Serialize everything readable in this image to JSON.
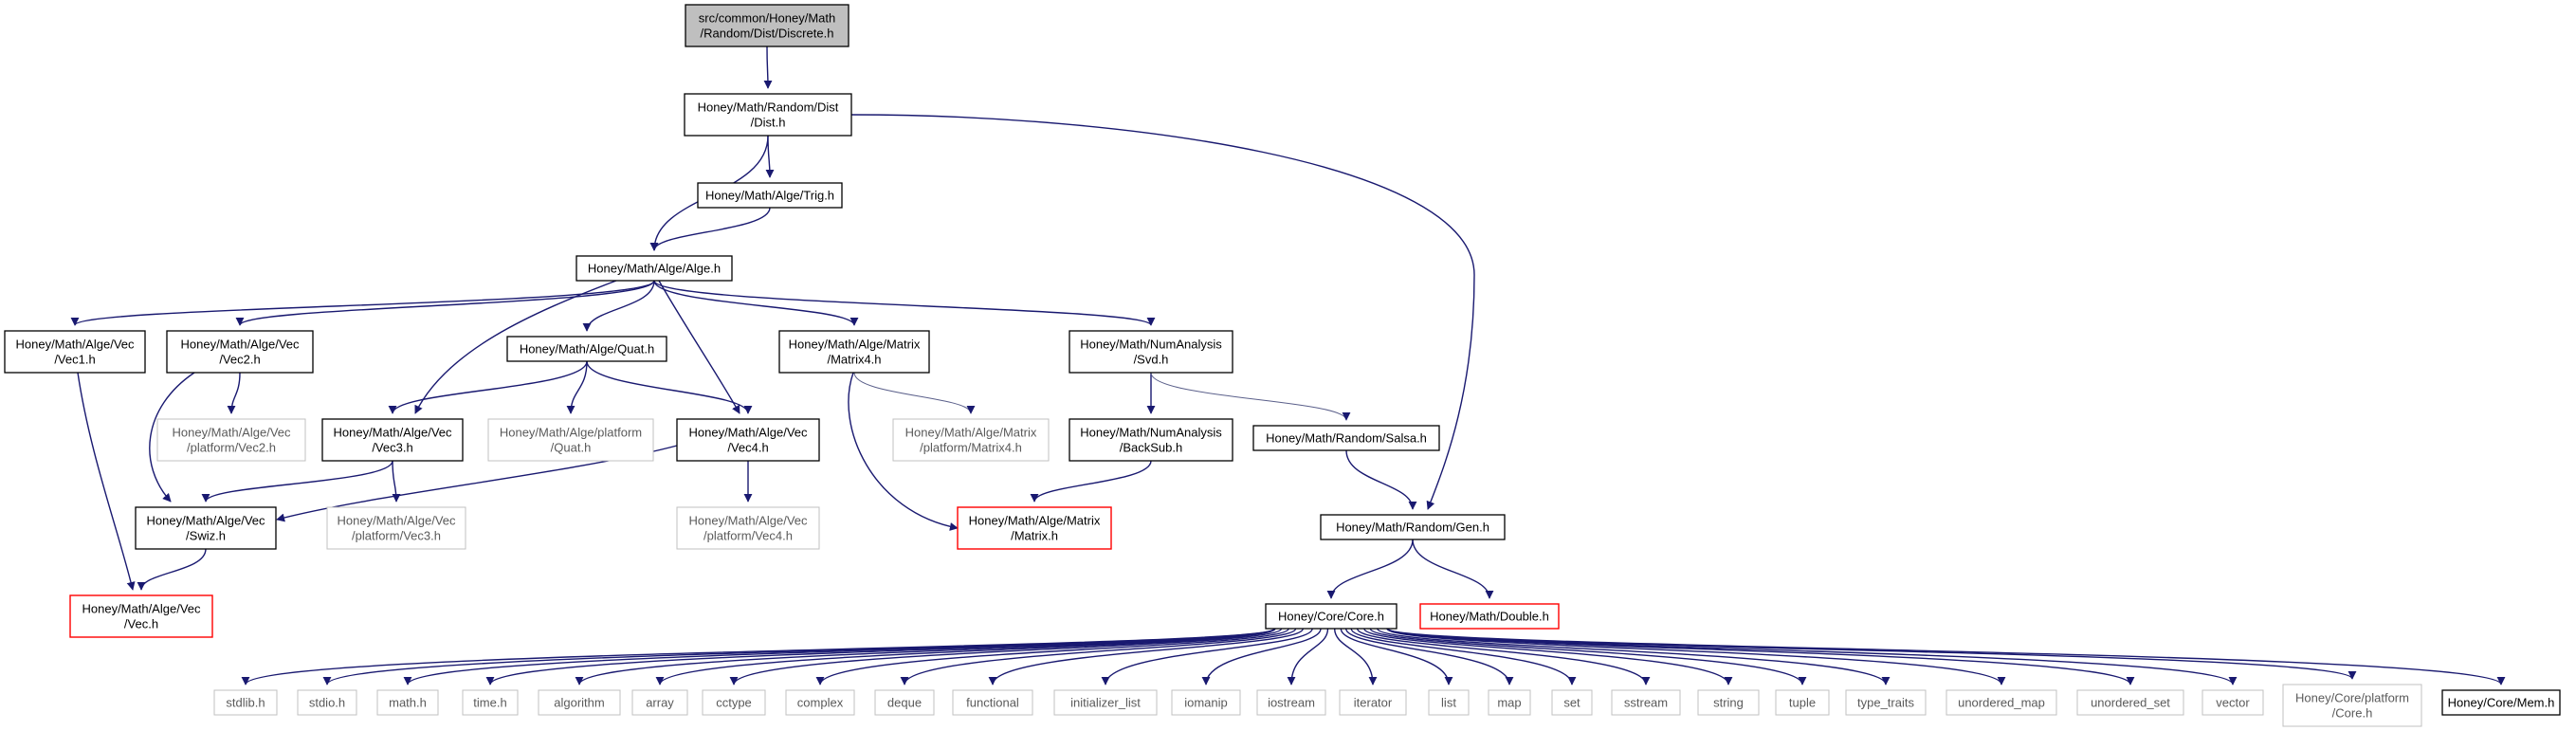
{
  "graph": {
    "root": "src/common/Honey/Math/Random/Dist/Discrete.h",
    "nodes": [
      {
        "id": "discrete",
        "lines": [
          "src/common/Honey/Math",
          "/Random/Dist/Discrete.h"
        ],
        "style": "root"
      },
      {
        "id": "dist",
        "lines": [
          "Honey/Math/Random/Dist",
          "/Dist.h"
        ],
        "style": "normal"
      },
      {
        "id": "trig",
        "lines": [
          "Honey/Math/Alge/Trig.h"
        ],
        "style": "normal"
      },
      {
        "id": "alge",
        "lines": [
          "Honey/Math/Alge/Alge.h"
        ],
        "style": "normal"
      },
      {
        "id": "vec1",
        "lines": [
          "Honey/Math/Alge/Vec",
          "/Vec1.h"
        ],
        "style": "normal"
      },
      {
        "id": "vec2",
        "lines": [
          "Honey/Math/Alge/Vec",
          "/Vec2.h"
        ],
        "style": "normal"
      },
      {
        "id": "quat",
        "lines": [
          "Honey/Math/Alge/Quat.h"
        ],
        "style": "normal"
      },
      {
        "id": "matrix4",
        "lines": [
          "Honey/Math/Alge/Matrix",
          "/Matrix4.h"
        ],
        "style": "normal"
      },
      {
        "id": "svd",
        "lines": [
          "Honey/Math/NumAnalysis",
          "/Svd.h"
        ],
        "style": "normal"
      },
      {
        "id": "pvec2",
        "lines": [
          "Honey/Math/Alge/Vec",
          "/platform/Vec2.h"
        ],
        "style": "grey"
      },
      {
        "id": "vec3",
        "lines": [
          "Honey/Math/Alge/Vec",
          "/Vec3.h"
        ],
        "style": "normal"
      },
      {
        "id": "pquat",
        "lines": [
          "Honey/Math/Alge/platform",
          "/Quat.h"
        ],
        "style": "grey"
      },
      {
        "id": "vec4",
        "lines": [
          "Honey/Math/Alge/Vec",
          "/Vec4.h"
        ],
        "style": "normal"
      },
      {
        "id": "pmatrix4",
        "lines": [
          "Honey/Math/Alge/Matrix",
          "/platform/Matrix4.h"
        ],
        "style": "grey"
      },
      {
        "id": "backsub",
        "lines": [
          "Honey/Math/NumAnalysis",
          "/BackSub.h"
        ],
        "style": "normal"
      },
      {
        "id": "salsa",
        "lines": [
          "Honey/Math/Random/Salsa.h"
        ],
        "style": "normal"
      },
      {
        "id": "swiz",
        "lines": [
          "Honey/Math/Alge/Vec",
          "/Swiz.h"
        ],
        "style": "normal"
      },
      {
        "id": "pvec3",
        "lines": [
          "Honey/Math/Alge/Vec",
          "/platform/Vec3.h"
        ],
        "style": "grey"
      },
      {
        "id": "pvec4",
        "lines": [
          "Honey/Math/Alge/Vec",
          "/platform/Vec4.h"
        ],
        "style": "grey"
      },
      {
        "id": "matrix",
        "lines": [
          "Honey/Math/Alge/Matrix",
          "/Matrix.h"
        ],
        "style": "red"
      },
      {
        "id": "gen",
        "lines": [
          "Honey/Math/Random/Gen.h"
        ],
        "style": "normal"
      },
      {
        "id": "vec",
        "lines": [
          "Honey/Math/Alge/Vec",
          "/Vec.h"
        ],
        "style": "red"
      },
      {
        "id": "core",
        "lines": [
          "Honey/Core/Core.h"
        ],
        "style": "normal"
      },
      {
        "id": "double",
        "lines": [
          "Honey/Math/Double.h"
        ],
        "style": "red"
      },
      {
        "id": "stdlib",
        "lines": [
          "stdlib.h"
        ],
        "style": "grey"
      },
      {
        "id": "stdio",
        "lines": [
          "stdio.h"
        ],
        "style": "grey"
      },
      {
        "id": "math",
        "lines": [
          "math.h"
        ],
        "style": "grey"
      },
      {
        "id": "time",
        "lines": [
          "time.h"
        ],
        "style": "grey"
      },
      {
        "id": "algorithm",
        "lines": [
          "algorithm"
        ],
        "style": "grey"
      },
      {
        "id": "array",
        "lines": [
          "array"
        ],
        "style": "grey"
      },
      {
        "id": "cctype",
        "lines": [
          "cctype"
        ],
        "style": "grey"
      },
      {
        "id": "complex",
        "lines": [
          "complex"
        ],
        "style": "grey"
      },
      {
        "id": "deque",
        "lines": [
          "deque"
        ],
        "style": "grey"
      },
      {
        "id": "functional",
        "lines": [
          "functional"
        ],
        "style": "grey"
      },
      {
        "id": "initializer_list",
        "lines": [
          "initializer_list"
        ],
        "style": "grey"
      },
      {
        "id": "iomanip",
        "lines": [
          "iomanip"
        ],
        "style": "grey"
      },
      {
        "id": "iostream",
        "lines": [
          "iostream"
        ],
        "style": "grey"
      },
      {
        "id": "iterator",
        "lines": [
          "iterator"
        ],
        "style": "grey"
      },
      {
        "id": "list",
        "lines": [
          "list"
        ],
        "style": "grey"
      },
      {
        "id": "map",
        "lines": [
          "map"
        ],
        "style": "grey"
      },
      {
        "id": "set",
        "lines": [
          "set"
        ],
        "style": "grey"
      },
      {
        "id": "sstream",
        "lines": [
          "sstream"
        ],
        "style": "grey"
      },
      {
        "id": "string",
        "lines": [
          "string"
        ],
        "style": "grey"
      },
      {
        "id": "tuple",
        "lines": [
          "tuple"
        ],
        "style": "grey"
      },
      {
        "id": "type_traits",
        "lines": [
          "type_traits"
        ],
        "style": "grey"
      },
      {
        "id": "unordered_map",
        "lines": [
          "unordered_map"
        ],
        "style": "grey"
      },
      {
        "id": "unordered_set",
        "lines": [
          "unordered_set"
        ],
        "style": "grey"
      },
      {
        "id": "vector",
        "lines": [
          "vector"
        ],
        "style": "grey"
      },
      {
        "id": "pcore",
        "lines": [
          "Honey/Core/platform",
          "/Core.h"
        ],
        "style": "grey"
      },
      {
        "id": "mem",
        "lines": [
          "Honey/Core/Mem.h"
        ],
        "style": "normal"
      }
    ],
    "edges": [
      [
        "discrete",
        "dist"
      ],
      [
        "dist",
        "trig"
      ],
      [
        "dist",
        "alge"
      ],
      [
        "dist",
        "gen"
      ],
      [
        "trig",
        "alge"
      ],
      [
        "alge",
        "vec1"
      ],
      [
        "alge",
        "vec2"
      ],
      [
        "alge",
        "quat"
      ],
      [
        "alge",
        "vec3"
      ],
      [
        "alge",
        "vec4"
      ],
      [
        "alge",
        "matrix4"
      ],
      [
        "alge",
        "svd"
      ],
      [
        "vec1",
        "vec"
      ],
      [
        "vec2",
        "pvec2"
      ],
      [
        "vec2",
        "swiz"
      ],
      [
        "quat",
        "vec3"
      ],
      [
        "quat",
        "pquat"
      ],
      [
        "quat",
        "vec4"
      ],
      [
        "vec3",
        "swiz"
      ],
      [
        "vec3",
        "pvec3"
      ],
      [
        "vec4",
        "swiz"
      ],
      [
        "vec4",
        "pvec4"
      ],
      [
        "matrix4",
        "pmatrix4"
      ],
      [
        "matrix4",
        "matrix"
      ],
      [
        "svd",
        "backsub"
      ],
      [
        "svd",
        "salsa"
      ],
      [
        "backsub",
        "matrix"
      ],
      [
        "salsa",
        "gen"
      ],
      [
        "swiz",
        "vec"
      ],
      [
        "gen",
        "core"
      ],
      [
        "gen",
        "double"
      ],
      [
        "core",
        "stdlib"
      ],
      [
        "core",
        "stdio"
      ],
      [
        "core",
        "math"
      ],
      [
        "core",
        "time"
      ],
      [
        "core",
        "algorithm"
      ],
      [
        "core",
        "array"
      ],
      [
        "core",
        "cctype"
      ],
      [
        "core",
        "complex"
      ],
      [
        "core",
        "deque"
      ],
      [
        "core",
        "functional"
      ],
      [
        "core",
        "initializer_list"
      ],
      [
        "core",
        "iomanip"
      ],
      [
        "core",
        "iostream"
      ],
      [
        "core",
        "iterator"
      ],
      [
        "core",
        "list"
      ],
      [
        "core",
        "map"
      ],
      [
        "core",
        "set"
      ],
      [
        "core",
        "sstream"
      ],
      [
        "core",
        "string"
      ],
      [
        "core",
        "tuple"
      ],
      [
        "core",
        "type_traits"
      ],
      [
        "core",
        "unordered_map"
      ],
      [
        "core",
        "unordered_set"
      ],
      [
        "core",
        "vector"
      ],
      [
        "core",
        "pcore"
      ],
      [
        "core",
        "mem"
      ]
    ]
  }
}
